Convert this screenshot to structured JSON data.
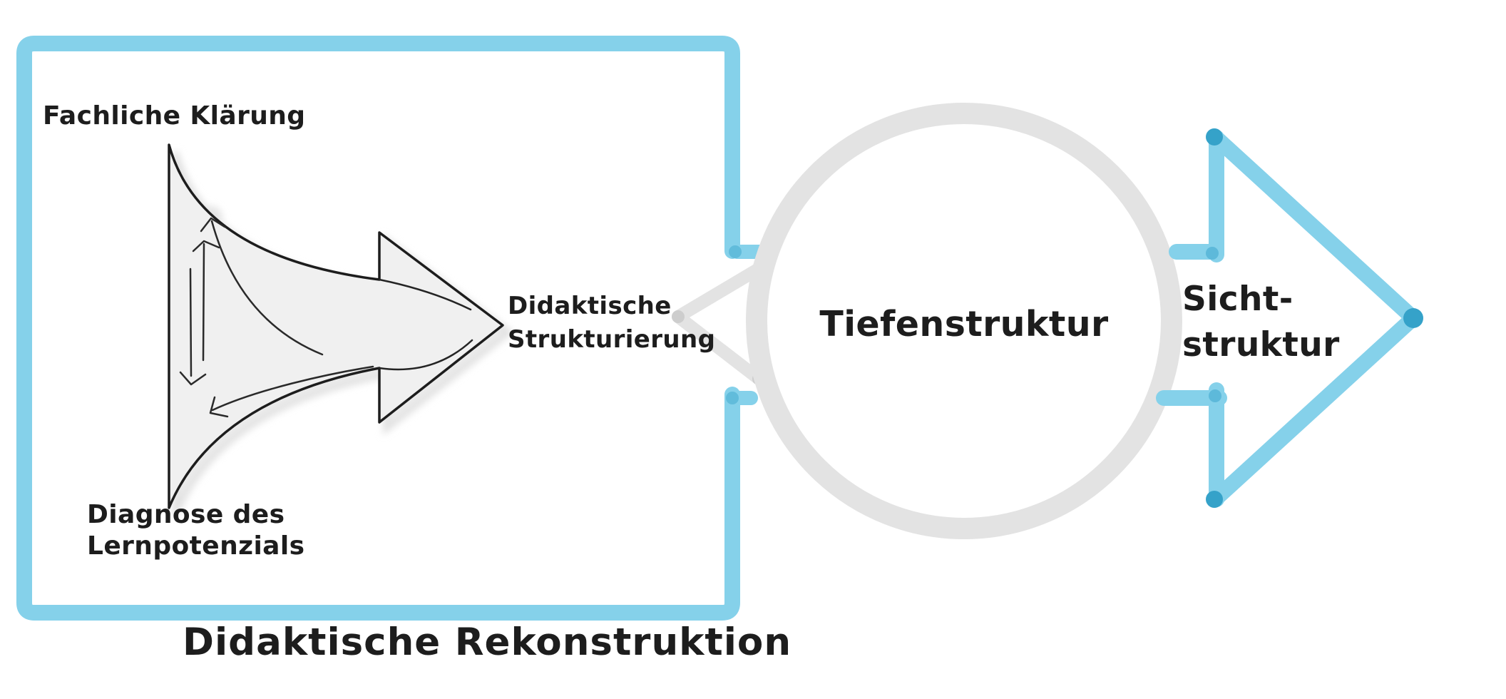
{
  "colors": {
    "box_blue": "#85d1ea",
    "blue_dark": "#35a2c9",
    "circle_gray": "#e3e3e3",
    "gray_dark": "#c9c9c9",
    "shape_fill": "#f0f0f0",
    "shadow_gray": "#e4e4e4",
    "ink": "#1d1d1d"
  },
  "box": {
    "caption": "Didaktische Rekonstruktion",
    "labels": {
      "top": "Fachliche Klärung",
      "bottom_line1": "Diagnose des",
      "bottom_line2": "Lernpotenzials",
      "arrow_line1": "Didaktische",
      "arrow_line2": "Strukturierung"
    }
  },
  "circle": {
    "label": "Tiefenstruktur"
  },
  "arrow": {
    "label_line1": "Sicht-",
    "label_line2": "struktur"
  }
}
